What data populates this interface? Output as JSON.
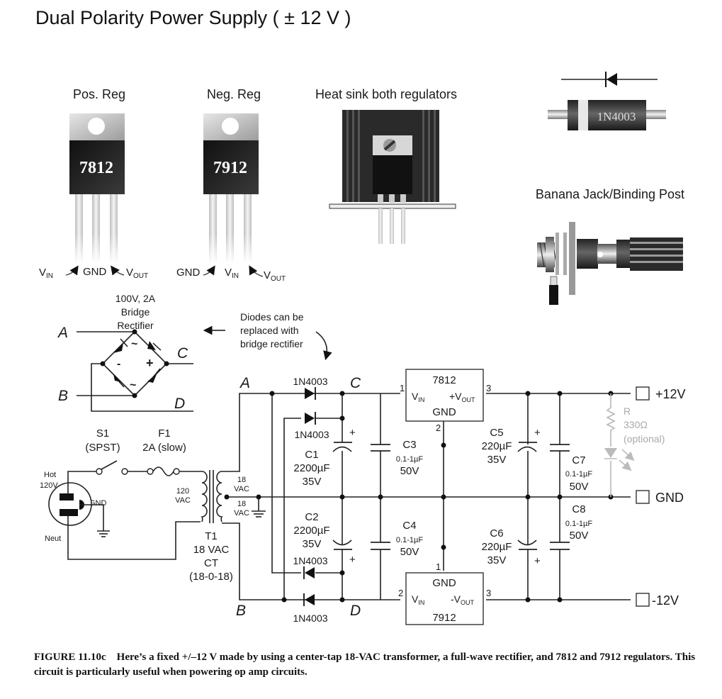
{
  "title": "Dual Polarity Power Supply ( ± 12 V )",
  "parts": {
    "pos_reg": {
      "heading": "Pos. Reg",
      "part_number": "7812",
      "pin_labels": [
        "V",
        "GND",
        "V"
      ],
      "pin_subscripts": [
        "IN",
        "",
        "OUT"
      ]
    },
    "neg_reg": {
      "heading": "Neg. Reg",
      "part_number": "7912",
      "pin_labels": [
        "GND",
        "V",
        "V"
      ],
      "pin_subscripts": [
        "",
        "IN",
        "OUT"
      ]
    },
    "heat_sink": {
      "heading": "Heat sink both regulators"
    },
    "diode": {
      "part_number": "1N4003"
    },
    "banana_jack": {
      "heading": "Banana Jack/Binding Post"
    }
  },
  "bridge": {
    "rating": [
      "100V, 2A",
      "Bridge",
      "Rectifier"
    ],
    "nodes": {
      "a": "A",
      "b": "B",
      "c": "C",
      "d": "D"
    },
    "symbols": {
      "ac": "~",
      "minus": "-",
      "plus": "+"
    },
    "note": [
      "Diodes can be",
      "replaced with",
      "bridge rectifier"
    ]
  },
  "input": {
    "plug": {
      "hot": [
        "Hot",
        "120V"
      ],
      "gnd": "GND",
      "neut": "Neut"
    },
    "switch": {
      "name": "S1",
      "type": "(SPST)"
    },
    "fuse": {
      "name": "F1",
      "rating": "2A (slow)"
    },
    "transformer": {
      "primary": [
        "120",
        "VAC"
      ],
      "secondary_top": [
        "18",
        "VAC"
      ],
      "secondary_bottom": [
        "18",
        "VAC"
      ],
      "name": "T1",
      "desc": [
        "18 VAC",
        "CT",
        "(18-0-18)"
      ]
    }
  },
  "rectifier": {
    "nodes": {
      "a": "A",
      "b": "B",
      "c": "C",
      "d": "D"
    },
    "diode_label": "1N4003"
  },
  "capacitors": {
    "c1": {
      "name": "C1",
      "value": "2200µF",
      "voltage": "35V"
    },
    "c2": {
      "name": "C2",
      "value": "2200µF",
      "voltage": "35V"
    },
    "c3": {
      "name": "C3",
      "value": "0.1-1µF",
      "voltage": "50V"
    },
    "c4": {
      "name": "C4",
      "value": "0.1-1µF",
      "voltage": "50V"
    },
    "c5": {
      "name": "C5",
      "value": "220µF",
      "voltage": "35V"
    },
    "c6": {
      "name": "C6",
      "value": "220µF",
      "voltage": "35V"
    },
    "c7": {
      "name": "C7",
      "value": "0.1-1µF",
      "voltage": "50V"
    },
    "c8": {
      "name": "C8",
      "value": "0.1-1µF",
      "voltage": "50V"
    },
    "polarity": "+"
  },
  "regulators": {
    "u1": {
      "part": "7812",
      "vin": "V",
      "vin_sub": "IN",
      "vout": "+V",
      "vout_sub": "OUT",
      "gnd": "GND",
      "pins": [
        "1",
        "2",
        "3"
      ]
    },
    "u2": {
      "part": "7912",
      "vin": "V",
      "vin_sub": "IN",
      "vout": "-V",
      "vout_sub": "OUT",
      "gnd": "GND",
      "pins": [
        "1",
        "2",
        "3"
      ]
    }
  },
  "led": {
    "name": "R",
    "value": "330Ω",
    "note": "(optional)"
  },
  "outputs": {
    "pos": "+12V",
    "gnd": "GND",
    "neg": "-12V"
  },
  "caption": {
    "figure": "FIGURE 11.10c",
    "text": "Here’s a fixed +/–12 V made by using a center-tap 18-VAC transformer, a full-wave rectifier, and 7812 and 7912 regulators. This circuit is particularly useful when powering op amp circuits."
  }
}
